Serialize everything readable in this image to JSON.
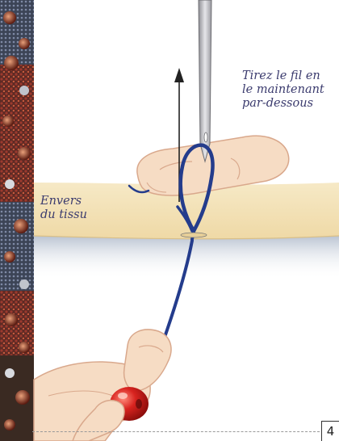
{
  "captions": {
    "pull_thread": [
      "Tirez le fil en",
      "le maintenant",
      "par-dessous"
    ],
    "fabric_back": [
      "Envers",
      "du tissu"
    ]
  },
  "page_number": "4",
  "colors": {
    "fabric": "#f3e3b8",
    "skin": "#f6dcc4",
    "thread": "#243c8c",
    "bead": "#d0201e",
    "needle": "#b4b4b8",
    "caption_text": "#3b3b6e"
  },
  "icons": {
    "arrow": "up-arrow-icon",
    "border": "beaded-border-strip"
  }
}
